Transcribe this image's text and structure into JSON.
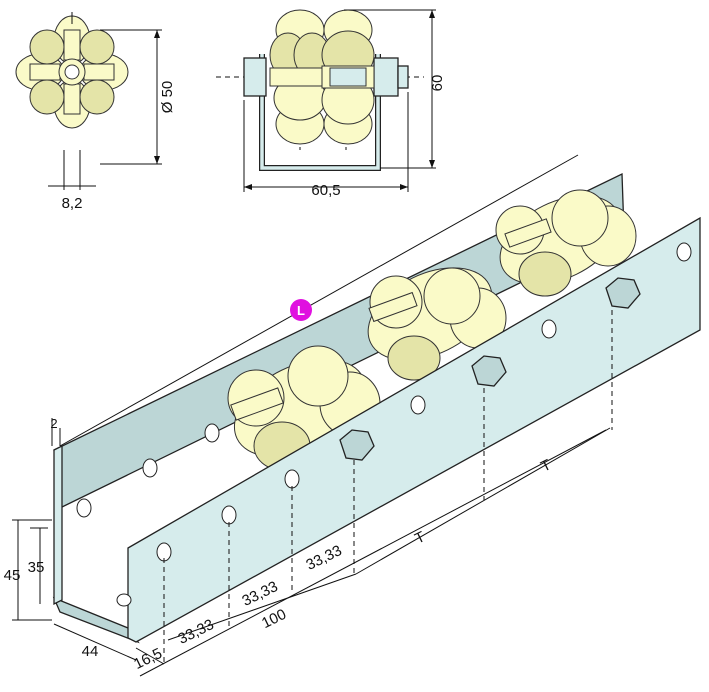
{
  "colors": {
    "rail": "#d6ecec",
    "rail_shade": "#bcd6d6",
    "roller": "#fafac8",
    "roller_shade": "#e4e4a8",
    "marker": "#e010e0"
  },
  "icons": [
    "circle-marker-icon"
  ],
  "front_view": {
    "diameter_label": "Ø 50",
    "slot_width_label": "8,2"
  },
  "end_view": {
    "height_label": "60",
    "width_label": "60,5"
  },
  "main_view": {
    "length_marker": "L",
    "thickness_label": "2",
    "height_outer_label": "45",
    "height_inner_label": "35",
    "width_label": "44",
    "edge_offset_label": "16,5",
    "hole_pitch_labels": [
      "33,33",
      "33,33",
      "33,33"
    ],
    "pitch_total_label": "100",
    "roller_pitch_labels": [
      "T",
      "T"
    ]
  }
}
